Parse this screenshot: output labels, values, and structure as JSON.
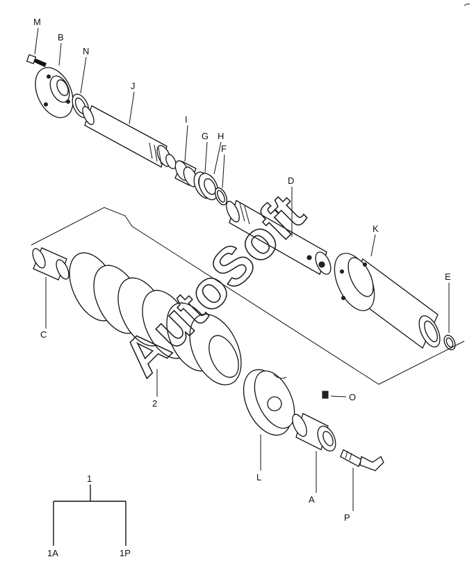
{
  "labels": {
    "M": "M",
    "B": "B",
    "N": "N",
    "J": "J",
    "I": "I",
    "G": "G",
    "H": "H",
    "F": "F",
    "D": "D",
    "K": "K",
    "E": "E",
    "C": "C",
    "spring": "2",
    "O": "O",
    "L": "L",
    "A": "A",
    "P": "P",
    "root": "1",
    "left_branch": "1A",
    "right_branch": "1P"
  },
  "watermark": {
    "text": "AutoSoft"
  }
}
